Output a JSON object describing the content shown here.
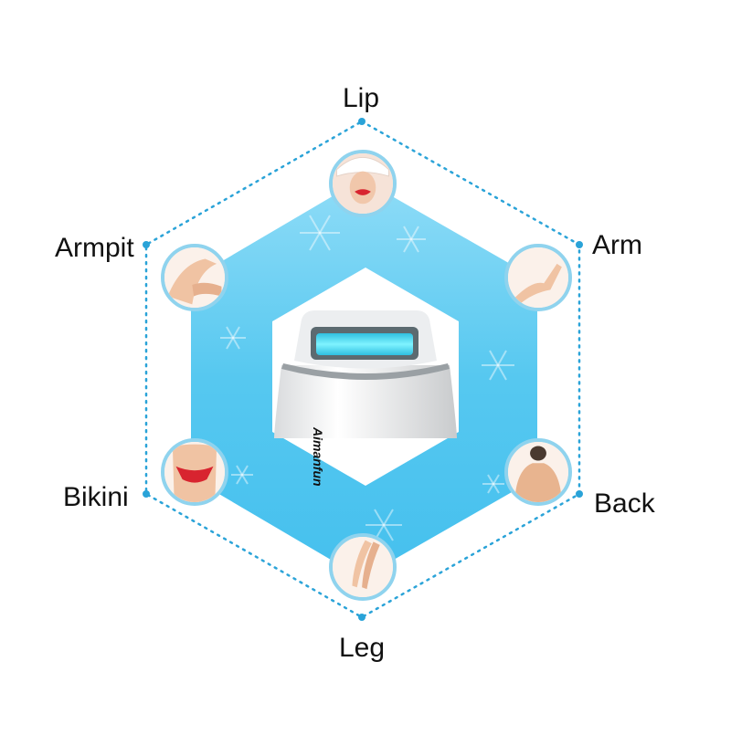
{
  "body_areas": [
    {
      "id": "lip",
      "label": "Lip",
      "icon": "lips-icon"
    },
    {
      "id": "arm",
      "label": "Arm",
      "icon": "arm-icon"
    },
    {
      "id": "back",
      "label": "Back",
      "icon": "back-icon"
    },
    {
      "id": "leg",
      "label": "Leg",
      "icon": "legs-icon"
    },
    {
      "id": "bikini",
      "label": "Bikini",
      "icon": "bikini-icon"
    },
    {
      "id": "armpit",
      "label": "Armpit",
      "icon": "armpit-icon"
    }
  ],
  "device": {
    "brand": "Aimanfun"
  },
  "colors": {
    "hexagon_fill": "#56c8f0",
    "hexagon_light": "#8fdcf7",
    "dotted_line": "#2aa3d8",
    "circle_border": "#8fd3ee",
    "lamp": "#5ee6f5",
    "device_body": "#f4f5f6",
    "skin": "#f3c9ad"
  }
}
